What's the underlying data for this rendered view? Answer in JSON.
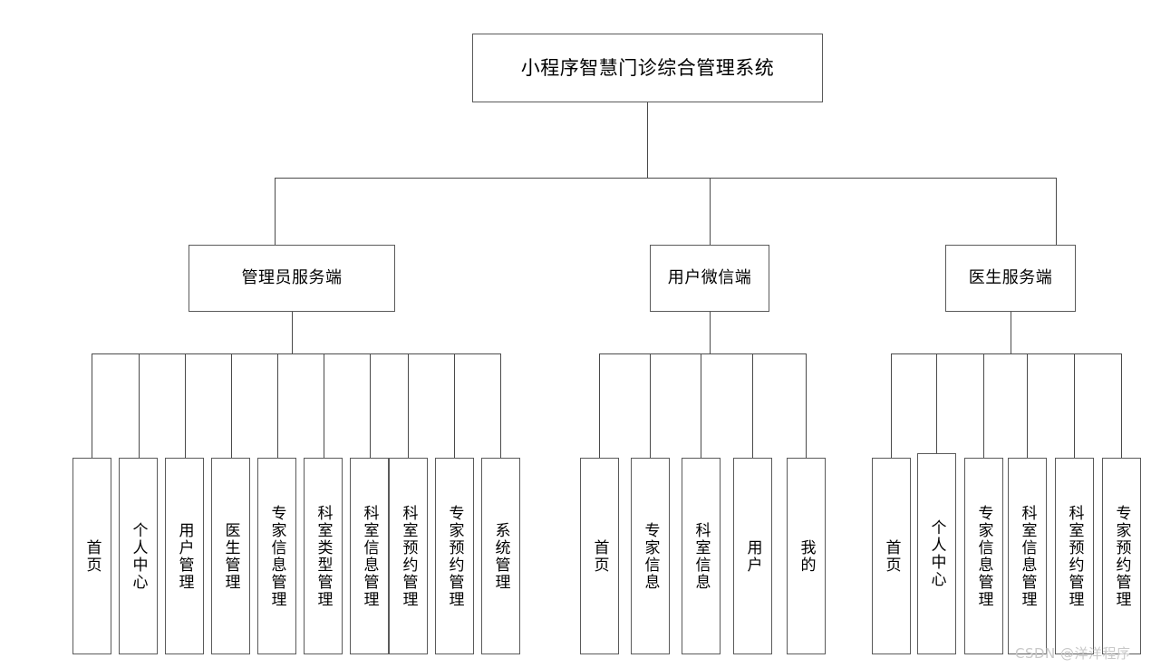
{
  "diagram": {
    "title": "小程序智慧门诊综合管理系统",
    "root": {
      "label": "小程序智慧门诊综合管理系统"
    },
    "branches": [
      {
        "id": "admin",
        "label": "管理员服务端",
        "leaves": [
          {
            "label": "首页"
          },
          {
            "label": "个人中心"
          },
          {
            "label": "用户管理"
          },
          {
            "label": "医生管理"
          },
          {
            "label": "专家信息管理"
          },
          {
            "label": "科室类型管理"
          },
          {
            "label": "科室信息管理"
          },
          {
            "label": "科室预约管理"
          },
          {
            "label": "专家预约管理"
          },
          {
            "label": "系统管理"
          }
        ]
      },
      {
        "id": "wechat",
        "label": "用户微信端",
        "leaves": [
          {
            "label": "首页"
          },
          {
            "label": "专家信息"
          },
          {
            "label": "科室信息"
          },
          {
            "label": "用户"
          },
          {
            "label": "我的"
          }
        ]
      },
      {
        "id": "doctor",
        "label": "医生服务端",
        "leaves": [
          {
            "label": "首页"
          },
          {
            "label": "个人中心"
          },
          {
            "label": "专家信息管理"
          },
          {
            "label": "科室信息管理"
          },
          {
            "label": "科室预约管理"
          },
          {
            "label": "专家预约管理"
          }
        ]
      }
    ]
  },
  "watermark": {
    "text": "CSDN @洋洋程序"
  },
  "colors": {
    "border": "#5a5a5a",
    "connector": "#4a4a4a",
    "text": "#000000",
    "background": "#ffffff",
    "watermark": "#c8c8c8"
  }
}
